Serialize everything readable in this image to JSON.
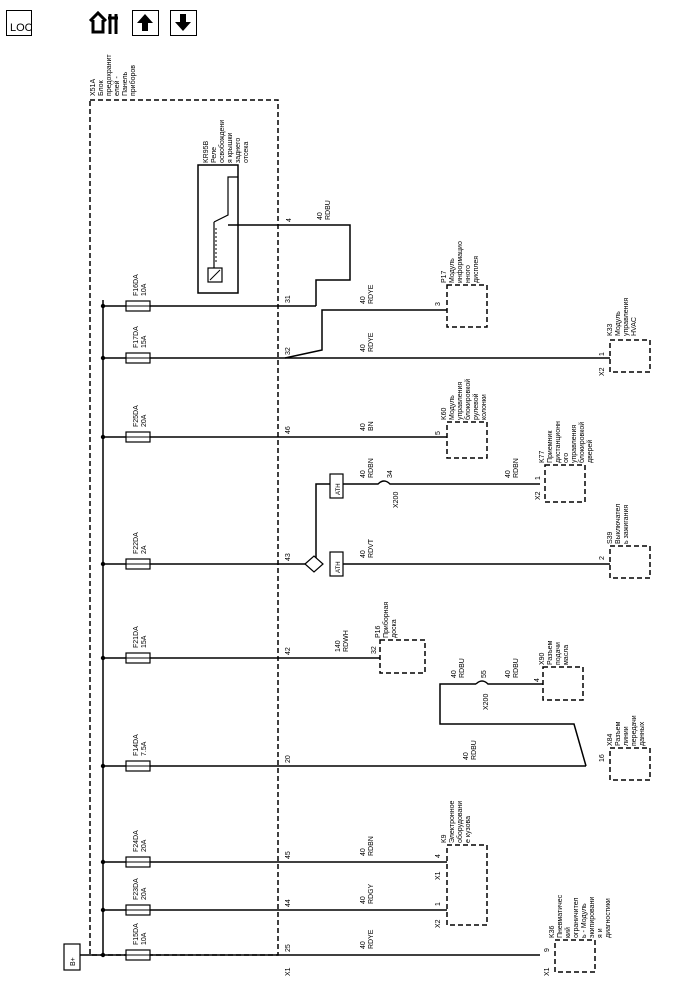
{
  "toolbar": {
    "loc_label": "LOC",
    "nav_icon": "home-nav-icon",
    "up_icon": "arrow-up-icon",
    "down_icon": "arrow-down-icon"
  },
  "fuse_block": {
    "id": "X51A",
    "name_lines": [
      "Блок",
      "предохранит",
      "елей -",
      "Панель",
      "приборов"
    ],
    "connector": "X1"
  },
  "relay": {
    "id": "KR95B",
    "name_lines": [
      "Реле",
      "освобождени",
      "я крышки",
      "заднего",
      "отсека"
    ]
  },
  "power": {
    "label": "B+"
  },
  "fuses": [
    {
      "id": "F16DA",
      "rating": "10A",
      "pin": "31"
    },
    {
      "id": "F17DA",
      "rating": "15A",
      "pin": "32"
    },
    {
      "id": "F25DA",
      "rating": "20A",
      "pin": "46"
    },
    {
      "id": "F22DA",
      "rating": "2A",
      "pin": "43"
    },
    {
      "id": "F21DA",
      "rating": "15A",
      "pin": "42"
    },
    {
      "id": "F14DA",
      "rating": "7.5A",
      "pin": "20"
    },
    {
      "id": "F24DA",
      "rating": "20A",
      "pin": "45"
    },
    {
      "id": "F23DA",
      "rating": "20A",
      "pin": "44"
    },
    {
      "id": "F15DA",
      "rating": "10A",
      "pin": "25"
    }
  ],
  "relay_pin": "4",
  "wires": [
    {
      "gauge": "40",
      "color": "RDBU"
    },
    {
      "gauge": "40",
      "color": "RDYE"
    },
    {
      "gauge": "40",
      "color": "RDYE"
    },
    {
      "gauge": "40",
      "color": "BN"
    },
    {
      "gauge": "40",
      "color": "RDBN"
    },
    {
      "gauge": "40",
      "color": "RDBN"
    },
    {
      "gauge": "40",
      "color": "RDVT"
    },
    {
      "gauge": "140",
      "color": "RDWH"
    },
    {
      "gauge": "40",
      "color": "RDBU"
    },
    {
      "gauge": "40",
      "color": "RDBU"
    },
    {
      "gauge": "40",
      "color": "RDBU"
    },
    {
      "gauge": "40",
      "color": "RDBN"
    },
    {
      "gauge": "40",
      "color": "RDGY"
    },
    {
      "gauge": "40",
      "color": "RDYE"
    }
  ],
  "inline_connector": {
    "id": "X200",
    "pin_a": "34",
    "pin_b": "55"
  },
  "ath_label": "ATH",
  "components": [
    {
      "id": "P17",
      "name_lines": [
        "Модуль",
        "информацио",
        "нного",
        "дисплея"
      ],
      "pin": "3"
    },
    {
      "id": "K33",
      "name_lines": [
        "Модуль",
        "управления",
        "HVAC"
      ],
      "pin": "1",
      "connector": "X2"
    },
    {
      "id": "K60",
      "name_lines": [
        "Модуль",
        "управления",
        "блокировкой",
        "рулевой",
        "колонки"
      ],
      "pin": "5"
    },
    {
      "id": "K77",
      "name_lines": [
        "Приемник",
        "дистанционн",
        "ого",
        "управления",
        "блокировкой",
        "дверей"
      ],
      "pin": "1",
      "connector": "X2"
    },
    {
      "id": "S39",
      "name_lines": [
        "Выключател",
        "ь зажигания"
      ],
      "pin": "2"
    },
    {
      "id": "P16",
      "name_lines": [
        "Приборная",
        "доска"
      ],
      "pin": "32"
    },
    {
      "id": "X90",
      "name_lines": [
        "Разъем",
        "подачи",
        "масла"
      ],
      "pin": "4"
    },
    {
      "id": "X84",
      "name_lines": [
        "Разъем",
        "линии",
        "передачи",
        "данных"
      ],
      "pin": "16"
    },
    {
      "id": "K9",
      "name_lines": [
        "Электронное",
        "оборудовани",
        "е кузова"
      ],
      "pin_a": "4",
      "conn_a": "X1",
      "pin_b": "1",
      "conn_b": "X2"
    },
    {
      "id": "K36",
      "name_lines": [
        "Пневматичес",
        "кий",
        "ограничител",
        "ь - Модуль",
        "экипировани",
        "я и",
        "диагностики"
      ],
      "pin": "9",
      "connector": "X1"
    }
  ]
}
